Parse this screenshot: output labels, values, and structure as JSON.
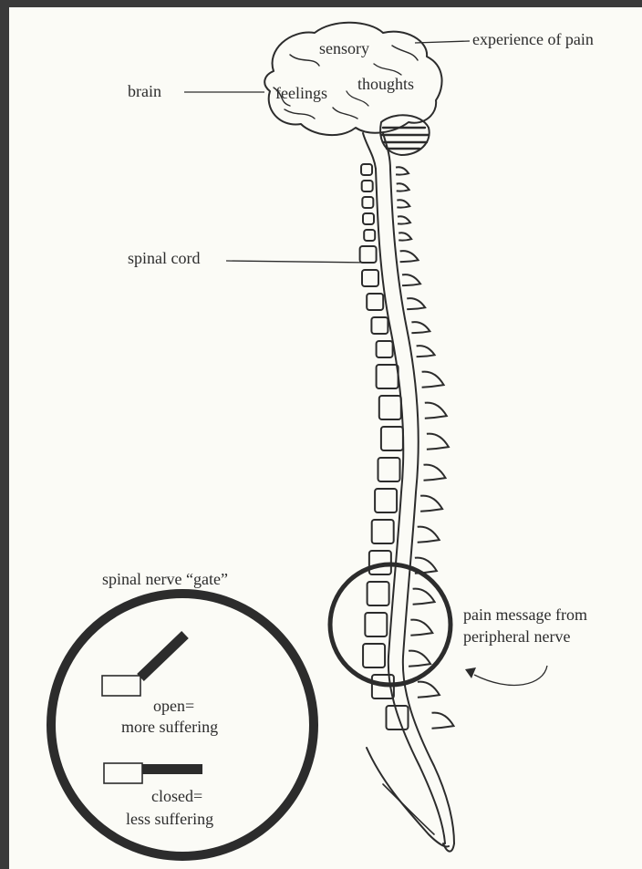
{
  "labels": {
    "experience_of_pain": "experience of pain",
    "sensory": "sensory",
    "brain": "brain",
    "feelings": "feelings",
    "thoughts": "thoughts",
    "spinal_cord": "spinal cord",
    "spinal_nerve_gate": "spinal nerve “gate”",
    "pain_message_line1": "pain message from",
    "pain_message_line2": "peripheral nerve",
    "open_line1": "open=",
    "open_line2": "more suffering",
    "closed_line1": "closed=",
    "closed_line2": "less suffering"
  },
  "colors": {
    "ink": "#2c2c2c",
    "paper": "#fbfbf6",
    "frame": "#3a3a3a"
  }
}
